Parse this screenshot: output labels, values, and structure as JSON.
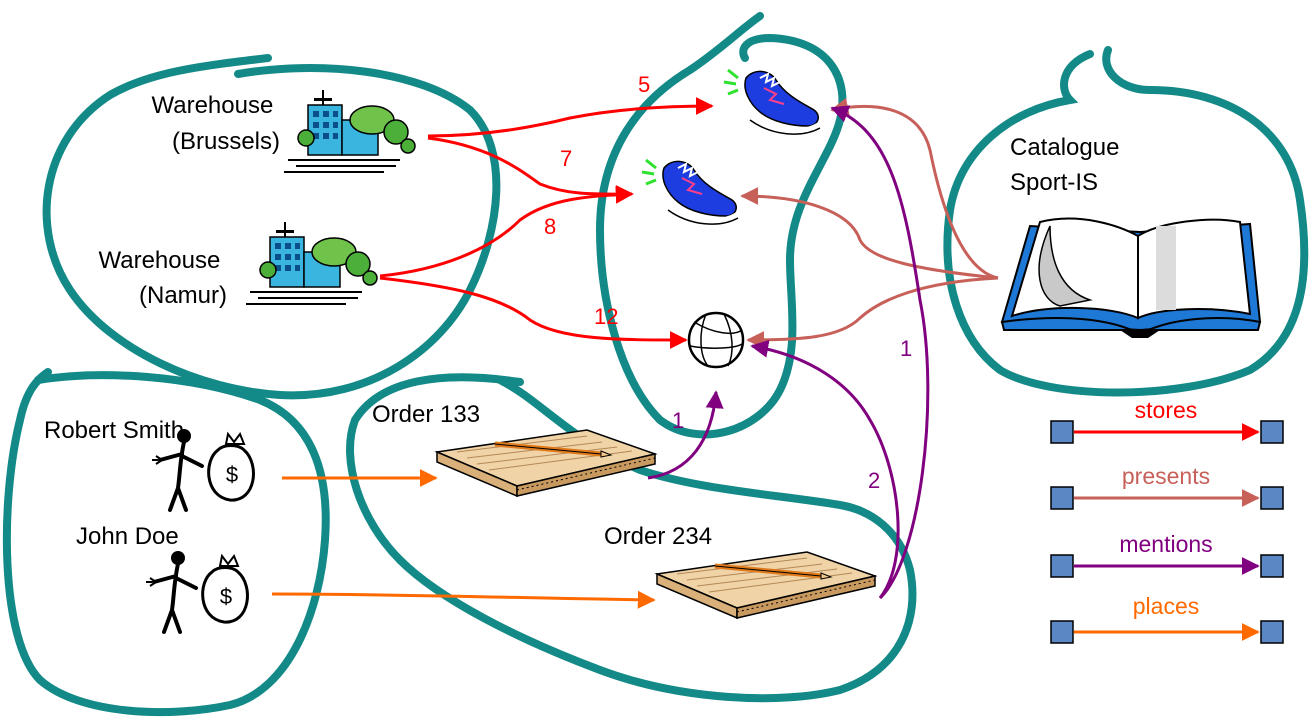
{
  "labels": {
    "warehouse_brussels": [
      "Warehouse",
      "(Brussels)"
    ],
    "warehouse_namur": [
      "Warehouse",
      "(Namur)"
    ],
    "catalogue": [
      "Catalogue",
      "Sport-IS"
    ],
    "robert_smith": "Robert Smith",
    "john_doe": "John Doe",
    "order_133": "Order 133",
    "order_234": "Order 234"
  },
  "edge_labels": {
    "brussels_shoe_top": "5",
    "brussels_shoe_mid": "7",
    "namur_shoe_mid": "8",
    "namur_ball": "12",
    "order133_ball": "1",
    "order234_ball": "2",
    "order234_shoe_top": "1"
  },
  "legend": [
    {
      "label": "stores",
      "color": "#ff0000"
    },
    {
      "label": "presents",
      "color": "#c8605a"
    },
    {
      "label": "mentions",
      "color": "#800080"
    },
    {
      "label": "places",
      "color": "#ff6a00"
    }
  ],
  "colors": {
    "group_outline": "#138a87",
    "stores": "#ff0000",
    "presents": "#c8605a",
    "mentions": "#800080",
    "places": "#ff6a00",
    "legend_node": "#5b87c5"
  },
  "icons": [
    "building-icon",
    "shoe-icon",
    "basketball-icon",
    "book-icon",
    "person-with-moneybag-icon",
    "order-notepad-icon"
  ]
}
